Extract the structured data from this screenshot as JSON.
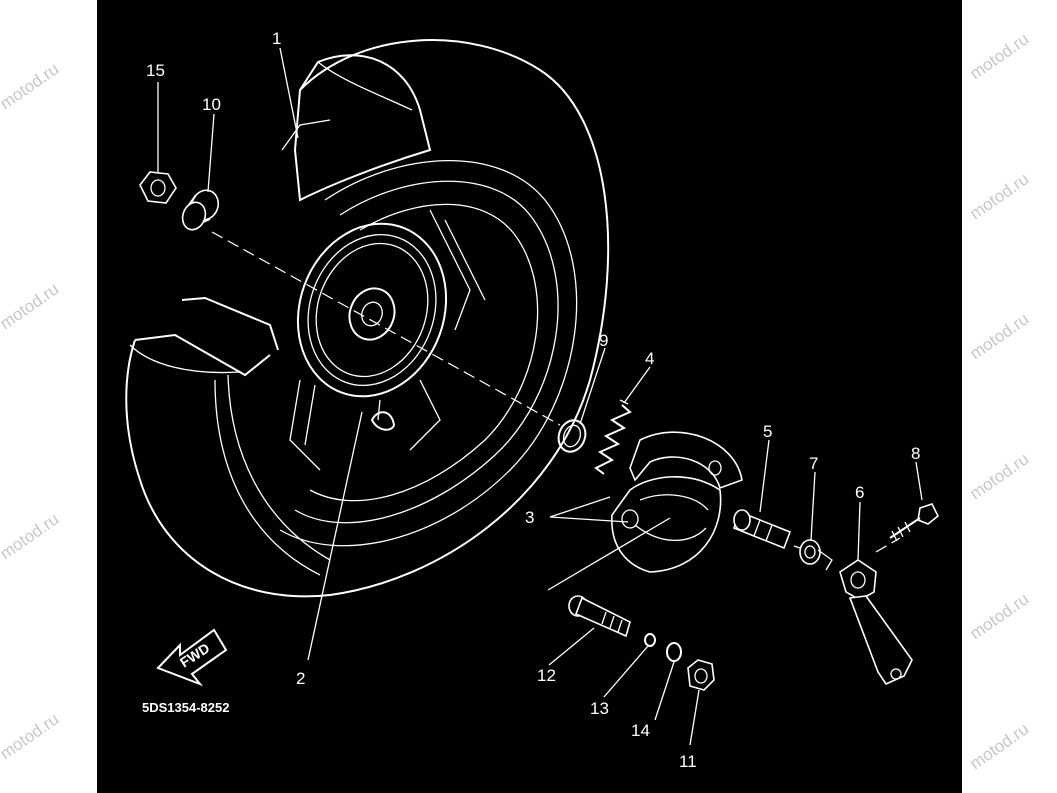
{
  "diagram": {
    "code": "5DS1354-8252",
    "direction_label": "FWD",
    "watermark": "motod.ru",
    "colors": {
      "background": "#000000",
      "lines": "#ffffff",
      "page": "#ffffff"
    },
    "callouts": [
      {
        "id": "1",
        "text": "1"
      },
      {
        "id": "2",
        "text": "2"
      },
      {
        "id": "3",
        "text": "3"
      },
      {
        "id": "4",
        "text": "4"
      },
      {
        "id": "5",
        "text": "5"
      },
      {
        "id": "6",
        "text": "6"
      },
      {
        "id": "7",
        "text": "7"
      },
      {
        "id": "8",
        "text": "8"
      },
      {
        "id": "9",
        "text": "9"
      },
      {
        "id": "10",
        "text": "10"
      },
      {
        "id": "11",
        "text": "11"
      },
      {
        "id": "12",
        "text": "12"
      },
      {
        "id": "13",
        "text": "13"
      },
      {
        "id": "14",
        "text": "14"
      },
      {
        "id": "15",
        "text": "15"
      }
    ]
  }
}
